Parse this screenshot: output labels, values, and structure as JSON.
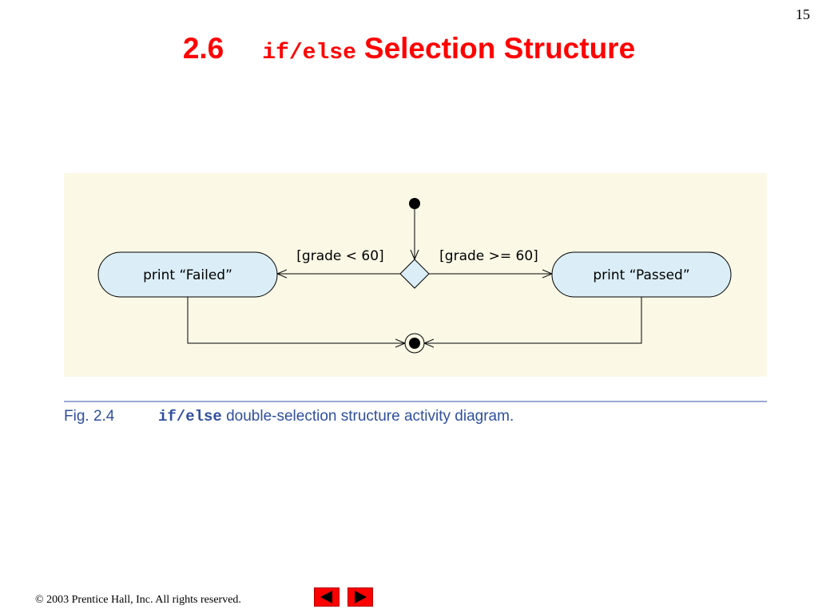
{
  "page_number": "15",
  "title": {
    "number": "2.6",
    "code": "if/else",
    "text": "Selection Structure"
  },
  "diagram": {
    "action_failed": "print “Failed”",
    "action_passed": "print “Passed”",
    "guard_left": "[grade < 60]",
    "guard_right": "[grade >= 60]",
    "colors": {
      "panel_background": "#fbf8e6",
      "action_fill": "#dbeef7",
      "line": "#000000"
    }
  },
  "caption": {
    "figure": "Fig. 2.4",
    "code": "if/else",
    "text": " double-selection structure activity diagram."
  },
  "footer": {
    "copyright": "© 2003 Prentice Hall, Inc.  All rights reserved."
  },
  "nav": {
    "prev_icon": "left-triangle",
    "next_icon": "right-triangle",
    "color": "#ff0000"
  }
}
